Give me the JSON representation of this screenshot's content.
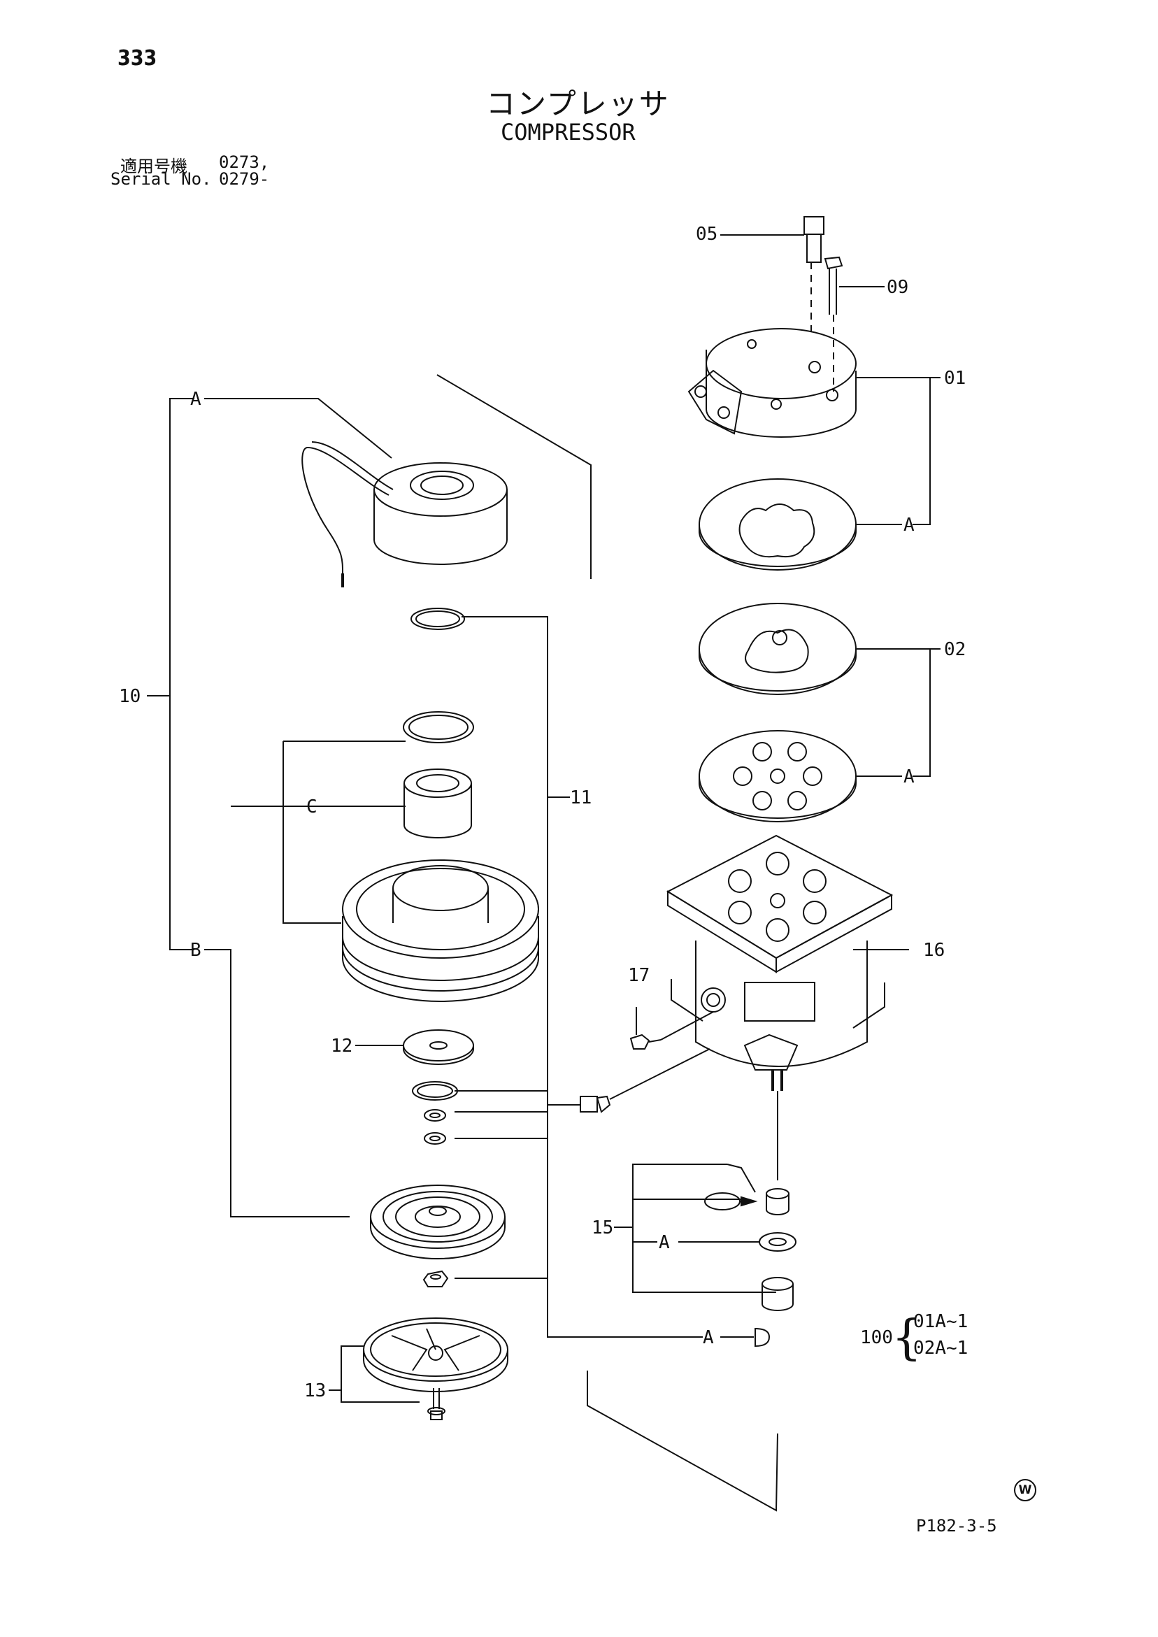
{
  "page_number": "333",
  "title": {
    "japanese": "コンプレッサ",
    "english": "COMPRESSOR"
  },
  "serial": {
    "jp_label": "適用号機",
    "jp_value": "0273,",
    "en_label": "Serial No.",
    "en_value": "0279-"
  },
  "callouts": {
    "c05": "05",
    "c09": "09",
    "c01": "01",
    "c02": "02",
    "c10": "10",
    "c11": "11",
    "c12": "12",
    "c13": "13",
    "c15": "15",
    "c16": "16",
    "c17": "17",
    "c100": "100",
    "a_top_left": "A",
    "a_plate1": "A",
    "a_plate2": "A",
    "a_15": "A",
    "a_key": "A",
    "b_left": "B",
    "c_left": "C"
  },
  "kit_100": {
    "line1": "01A~1",
    "line2": "02A~1"
  },
  "watermark_symbol": "W",
  "page_code": "P182-3-5"
}
